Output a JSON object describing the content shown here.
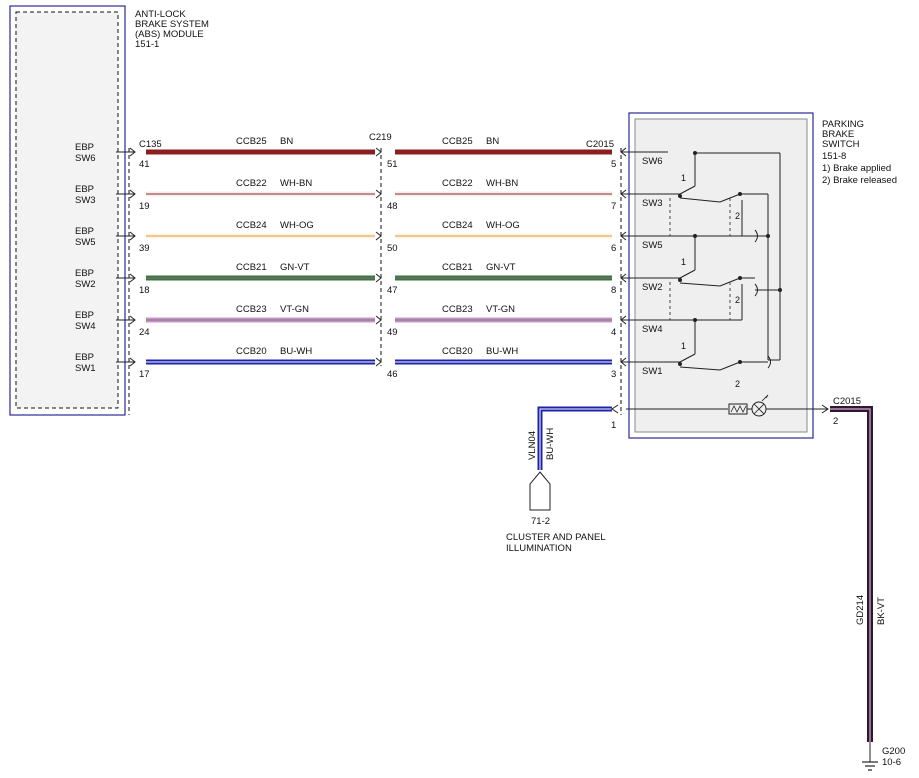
{
  "abs_module": {
    "name_lines": [
      "ANTI-LOCK",
      "BRAKE SYSTEM",
      "(ABS) MODULE",
      "151-1"
    ],
    "connector": "C135"
  },
  "inline_connector": "C219",
  "switch_connector": "C2015",
  "parking_brake_switch": {
    "name_lines": [
      "PARKING",
      "BRAKE",
      "SWITCH",
      "151-8",
      "1) Brake applied",
      "2) Brake released"
    ]
  },
  "circuits": [
    {
      "ebp_line1": "EBP",
      "ebp_line2": "SW6",
      "circuit": "CCB25",
      "color_code": "BN",
      "pin_abs": "41",
      "pin_c219_a": "51",
      "pin_c219_b": "",
      "pin_switch": "5",
      "switch_label": "SW6",
      "wire_color": "#8b1f1f",
      "stripe_color": "#8b1f1f"
    },
    {
      "ebp_line1": "EBP",
      "ebp_line2": "SW3",
      "circuit": "CCB22",
      "color_code": "WH-BN",
      "pin_abs": "19",
      "pin_c219_a": "48",
      "pin_c219_b": "",
      "pin_switch": "7",
      "switch_label": "SW3",
      "wire_color": "#f4eeee",
      "stripe_color": "#8b2a2a"
    },
    {
      "ebp_line1": "EBP",
      "ebp_line2": "SW5",
      "circuit": "CCB24",
      "color_code": "WH-OG",
      "pin_abs": "39",
      "pin_c219_a": "50",
      "pin_c219_b": "",
      "pin_switch": "6",
      "switch_label": "SW5",
      "wire_color": "#fbf4ea",
      "stripe_color": "#e79a2f"
    },
    {
      "ebp_line1": "EBP",
      "ebp_line2": "SW2",
      "circuit": "CCB21",
      "color_code": "GN-VT",
      "pin_abs": "18",
      "pin_c219_a": "47",
      "pin_c219_b": "",
      "pin_switch": "8",
      "switch_label": "SW2",
      "wire_color": "#2f7d33",
      "stripe_color": "#b14fb1"
    },
    {
      "ebp_line1": "EBP",
      "ebp_line2": "SW4",
      "circuit": "CCB23",
      "color_code": "VT-GN",
      "pin_abs": "24",
      "pin_c219_a": "49",
      "pin_c219_b": "",
      "pin_switch": "4",
      "switch_label": "SW4",
      "wire_color": "#d88ad8",
      "stripe_color": "#3f9a3f"
    },
    {
      "ebp_line1": "EBP",
      "ebp_line2": "SW1",
      "circuit": "CCB20",
      "color_code": "BU-WH",
      "pin_abs": "17",
      "pin_c219_a": "46",
      "pin_c219_b": "",
      "pin_switch": "3",
      "switch_label": "SW1",
      "wire_color": "#1c23a8",
      "stripe_color": "#ffffff"
    }
  ],
  "illumination": {
    "pin_switch": "1",
    "circuit": "VLN04",
    "color_code": "BU-WH",
    "ref": "71-2",
    "label_lines": [
      "CLUSTER AND PANEL",
      "ILLUMINATION"
    ]
  },
  "ground": {
    "connector": "C2015",
    "pin": "2",
    "circuit": "GD214",
    "color_code": "BK-VT",
    "ground_id": "G200",
    "ground_ref": "10-6"
  },
  "switch_numbers": {
    "applied": "1",
    "released": "2"
  },
  "colors": {
    "module_border": "#2a2a9a",
    "switch_border": "#2a2a9a",
    "switch_fill": "#efefef",
    "bk_vt_wire": "#2a1a2a",
    "bk_vt_stripe": "#c48ac4"
  }
}
